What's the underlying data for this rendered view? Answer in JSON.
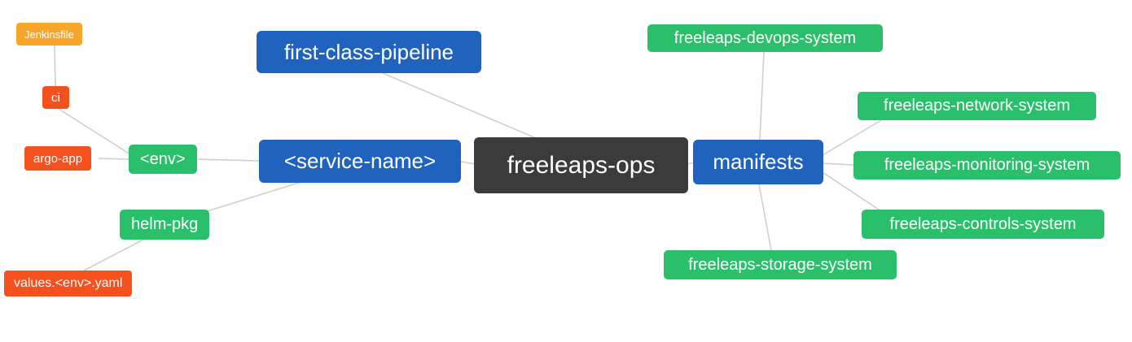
{
  "diagram": {
    "type": "mindmap",
    "colors": {
      "background": "#ffffff",
      "center_node": "#3b3b3b",
      "primary_blue": "#2063bf",
      "branch_green": "#2abf6a",
      "leaf_red": "#f4511e",
      "leaf_orange": "#f7a52b",
      "edge": "#cfcfcf",
      "text": "#ffffff"
    },
    "nodes": {
      "root": {
        "label": "freeleaps-ops"
      },
      "first_class_pipeline": {
        "label": "first-class-pipeline"
      },
      "service_name": {
        "label": "<service-name>"
      },
      "env": {
        "label": "<env>"
      },
      "ci": {
        "label": "ci"
      },
      "jenkinsfile": {
        "label": "Jenkinsfile"
      },
      "argo_app": {
        "label": "argo-app"
      },
      "helm_pkg": {
        "label": "helm-pkg"
      },
      "values_env_yaml": {
        "label": "values.<env>.yaml"
      },
      "manifests": {
        "label": "manifests"
      },
      "devops_system": {
        "label": "freeleaps-devops-system"
      },
      "network_system": {
        "label": "freeleaps-network-system"
      },
      "monitoring_system": {
        "label": "freeleaps-monitoring-system"
      },
      "controls_system": {
        "label": "freeleaps-controls-system"
      },
      "storage_system": {
        "label": "freeleaps-storage-system"
      }
    },
    "edges": [
      {
        "from": "jenkinsfile",
        "to": "ci"
      },
      {
        "from": "ci",
        "to": "env"
      },
      {
        "from": "argo_app",
        "to": "env"
      },
      {
        "from": "env",
        "to": "service_name"
      },
      {
        "from": "helm_pkg",
        "to": "service_name"
      },
      {
        "from": "values_env_yaml",
        "to": "helm_pkg"
      },
      {
        "from": "first_class_pipeline",
        "to": "root"
      },
      {
        "from": "service_name",
        "to": "root"
      },
      {
        "from": "root",
        "to": "manifests"
      },
      {
        "from": "manifests",
        "to": "devops_system"
      },
      {
        "from": "manifests",
        "to": "network_system"
      },
      {
        "from": "manifests",
        "to": "monitoring_system"
      },
      {
        "from": "manifests",
        "to": "controls_system"
      },
      {
        "from": "manifests",
        "to": "storage_system"
      }
    ]
  }
}
